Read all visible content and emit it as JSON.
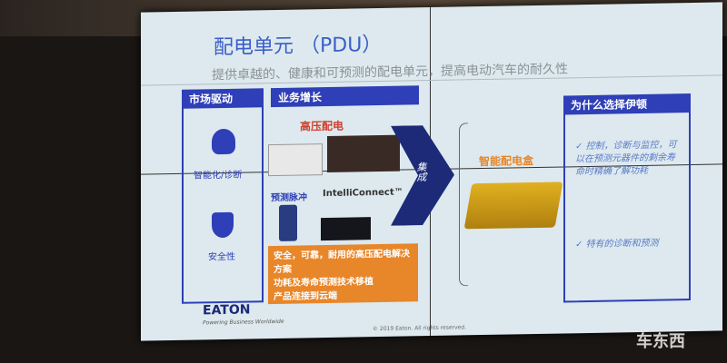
{
  "slide": {
    "title": "配电单元 （PDU）",
    "subtitle": "提供卓越的、健康和可预测的配电单元，提高电动汽车的耐久性",
    "market": {
      "header": "市场驱动",
      "items": [
        {
          "label": "智能化/诊断",
          "icon": "head-gear-icon"
        },
        {
          "label": "安全性",
          "icon": "shield-person-icon"
        }
      ]
    },
    "business": {
      "header": "业务增长",
      "hv_label": "高压配电",
      "pulse_label": "预测脉冲",
      "intelli_label": "IntelliConnect™",
      "bullets": [
        "安全，可靠，耐用的高压配电解决方案",
        "功耗及寿命预测技术移植",
        "产品连接到云端"
      ]
    },
    "arrow_label": "集成",
    "box_label": "智能配电盒",
    "why": {
      "header": "为什么选择伊顿",
      "points": [
        "控制，诊断与监控，可以在预测元器件的剩余寿命时精确了解功耗",
        "特有的诊断和预测"
      ]
    },
    "logo": "EATON",
    "tagline": "Powering Business Worldwide",
    "copyright": "© 2019 Eaton. All rights reserved.",
    "colors": {
      "accent": "#2e3fb8",
      "orange": "#e8862a",
      "title": "#3a5fc8"
    }
  },
  "watermark": "车东西"
}
